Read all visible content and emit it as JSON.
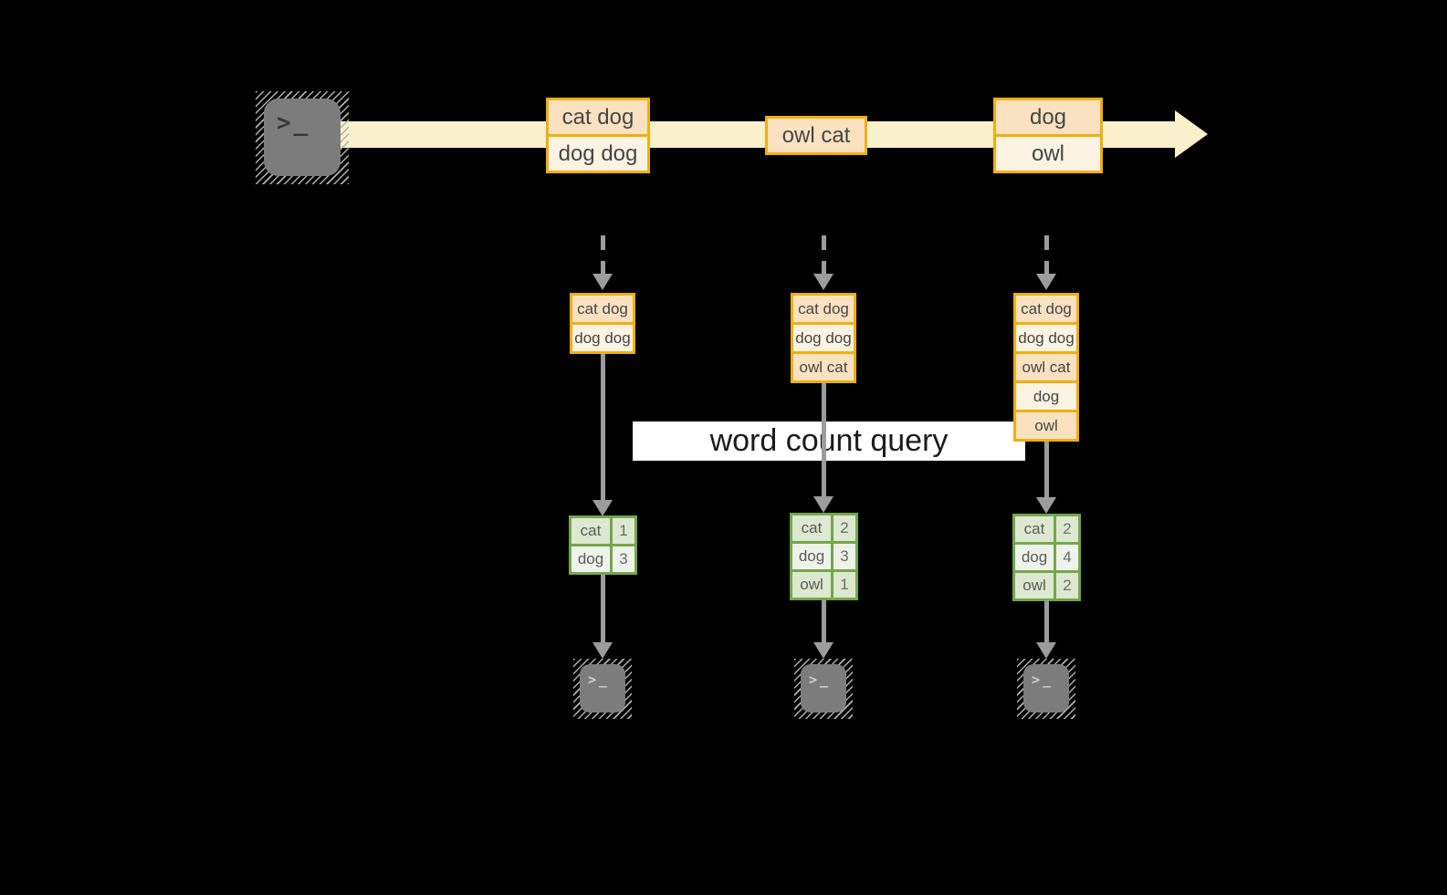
{
  "diagram": {
    "terminal_glyph": ">_",
    "stream": {
      "events": [
        {
          "rows": [
            "cat dog",
            "dog dog"
          ]
        },
        {
          "rows": [
            "owl cat"
          ]
        },
        {
          "rows": [
            "dog",
            "owl"
          ]
        }
      ]
    },
    "query_banner": "word count query",
    "columns": [
      {
        "buffer": [
          "cat dog",
          "dog dog"
        ],
        "counts": [
          {
            "word": "cat",
            "count": "1"
          },
          {
            "word": "dog",
            "count": "3"
          }
        ]
      },
      {
        "buffer": [
          "cat dog",
          "dog dog",
          "owl cat"
        ],
        "counts": [
          {
            "word": "cat",
            "count": "2"
          },
          {
            "word": "dog",
            "count": "3"
          },
          {
            "word": "owl",
            "count": "1"
          }
        ]
      },
      {
        "buffer": [
          "cat dog",
          "dog dog",
          "owl cat",
          "dog",
          "owl"
        ],
        "counts": [
          {
            "word": "cat",
            "count": "2"
          },
          {
            "word": "dog",
            "count": "4"
          },
          {
            "word": "owl",
            "count": "2"
          }
        ]
      }
    ],
    "colors": {
      "background": "#000000",
      "stream_cream": "#FBF0CC",
      "accent_orange": "#EFAF0F",
      "cell_peach_dark": "#FAE2C1",
      "cell_peach_light": "#FDF3E3",
      "accent_green": "#74A64B",
      "cell_green_dark": "#DDE8D1",
      "cell_green_light": "#EEF3E9",
      "arrow_gray": "#9C9C9C",
      "terminal_gray": "#7C7C7C",
      "banner_white": "#FFFFFF"
    }
  }
}
